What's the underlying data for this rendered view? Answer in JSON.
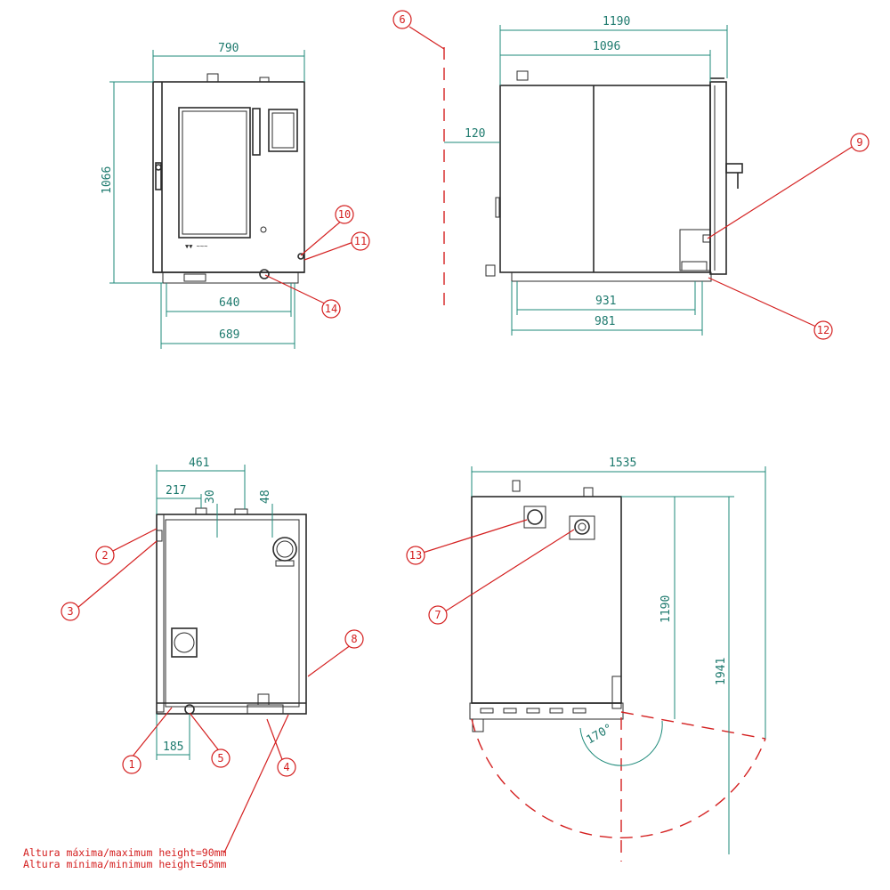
{
  "views": {
    "front": {
      "width_overall": "790",
      "height_overall": "1066",
      "feet_inner": "640",
      "feet_outer": "689"
    },
    "side": {
      "depth_overall": "1190",
      "depth_body": "1096",
      "wall_clearance": "120",
      "feet_inner": "931",
      "feet_outer": "981"
    },
    "rear": {
      "offset_461": "461",
      "offset_217": "217",
      "offset_30": "30",
      "offset_48": "48",
      "drain_offset": "185"
    },
    "top": {
      "swing_width": "1535",
      "depth": "1190",
      "swing_depth": "1941",
      "door_angle": "170°"
    }
  },
  "balloons": [
    "1",
    "2",
    "3",
    "4",
    "5",
    "6",
    "7",
    "8",
    "9",
    "10",
    "11",
    "12",
    "13",
    "14"
  ],
  "notes": [
    "Altura máxima/maximum height=90mm",
    "Altura mínima/minimum height=65mm"
  ],
  "colors": {
    "dimension": "#1e8a7a",
    "callout": "#d42020",
    "outline": "#2b2b2b"
  }
}
